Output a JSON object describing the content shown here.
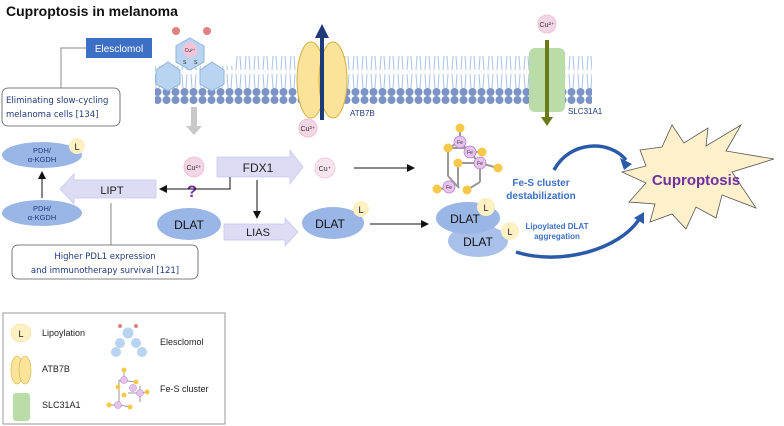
{
  "title": "Cuproptosis in melanoma",
  "elesclomol_box": {
    "label": "Elesclomol",
    "color": "#3d6fc5"
  },
  "notes": {
    "slow_cycling": [
      "Eliminating slow-cycling",
      "melanoma cells [134]"
    ],
    "pdl1": [
      "Higher PDL1 expression",
      "and immunotherapy survival [121]"
    ]
  },
  "ions": {
    "cu2": "Cu²⁺",
    "cu1": "Cu⁺"
  },
  "transporters": {
    "atp7b": "ATB7B",
    "slc31a1": "SLC31A1"
  },
  "nodes": {
    "fdx1": "FDX1",
    "lipt": "LIPT",
    "lias": "LIAS",
    "dlat": "DLAT",
    "pdh_line1": "PDH/",
    "pdh_line2": "α-KGDH",
    "lipoyl": "L",
    "question": "?",
    "fe": "Fe",
    "s": "S"
  },
  "labels": {
    "fes_destab": [
      "Fe-S cluster",
      "destabilization"
    ],
    "dlat_agg": [
      "Lipoylated DLAT",
      "aggregation"
    ],
    "outcome": "Cuproptosis"
  },
  "legend": {
    "items": [
      {
        "icon": "lipoylation-icon",
        "label": "Lipoylation"
      },
      {
        "icon": "atp7b-icon",
        "label": "ATB7B"
      },
      {
        "icon": "slc31a1-icon",
        "label": "SLC31A1"
      },
      {
        "icon": "elesclomol-icon",
        "label": "Elesclomol"
      },
      {
        "icon": "fes-cluster-icon",
        "label": "Fe-S cluster"
      }
    ]
  },
  "colors": {
    "membrane_head": "#7b93c4",
    "membrane_tail": "#a9c1e8",
    "arrow_box": "#dcdcf4",
    "ellipse": "#9ab6e6",
    "lipoyl": "#fdf0c2",
    "atp7b": "#fbe39a",
    "slc31a1": "#b9dca8",
    "cu": "#f3d6e5",
    "blue_text": "#3d6fc5",
    "purple": "#7030a0",
    "star": "#fdf0cb"
  }
}
